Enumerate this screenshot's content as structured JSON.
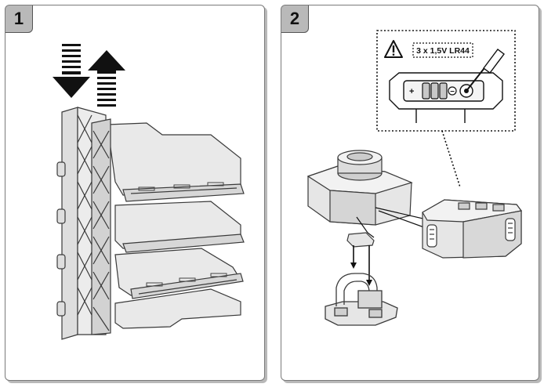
{
  "steps": [
    {
      "number": "1"
    },
    {
      "number": "2"
    }
  ],
  "battery": {
    "label": "3 x 1,5V LR44",
    "plus_symbol": "+",
    "minus_symbol": "−"
  },
  "icons": {
    "warning": "warning-triangle-icon",
    "screwdriver": "screwdriver-icon",
    "arrow_down": "striped-arrow-down-icon",
    "arrow_up": "striped-arrow-up-icon"
  },
  "colors": {
    "panel_border": "#7a7a7a",
    "badge_fill": "#b9b9b9",
    "part_fill": "#e6e6e6",
    "part_stroke": "#3a3a3a"
  }
}
